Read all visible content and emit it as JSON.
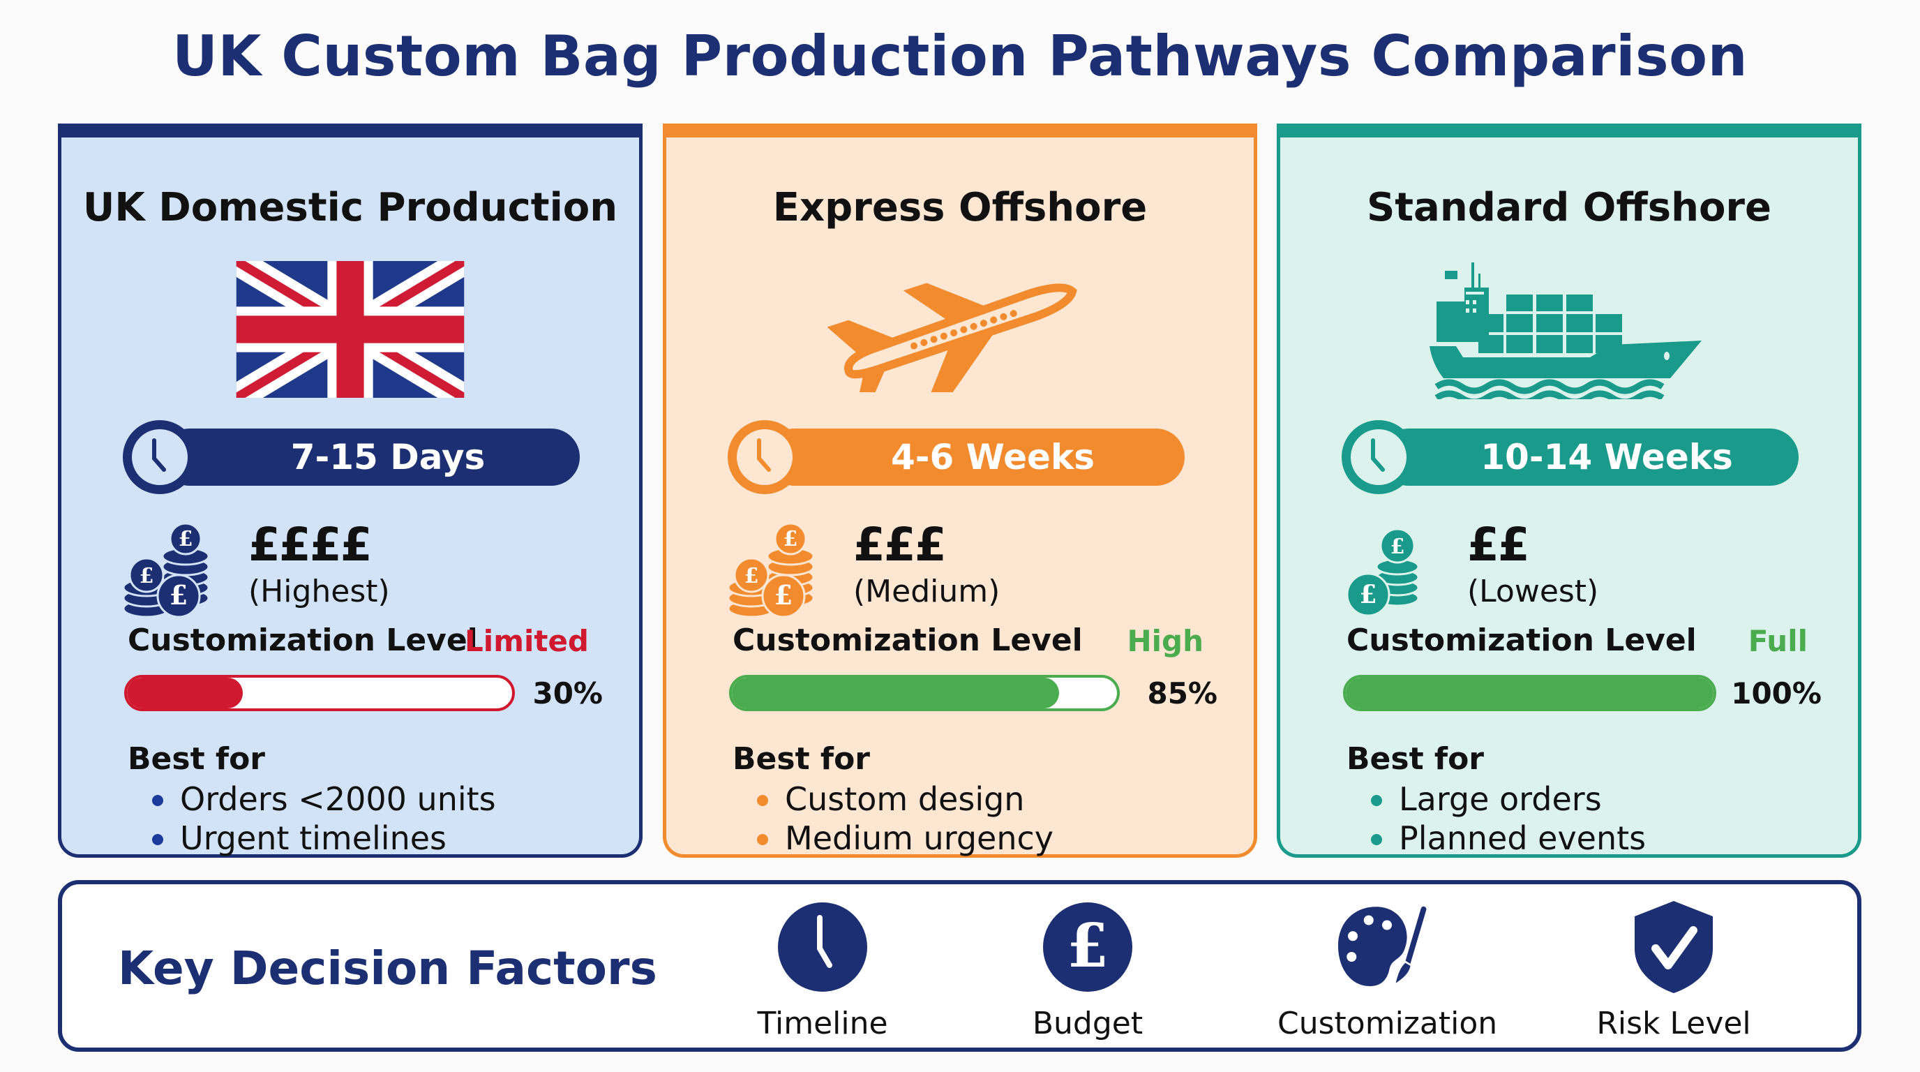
{
  "title": "UK Custom Bag Production Pathways Comparison",
  "colors": {
    "navy": "#1b2f72",
    "orange": "#f28a2e",
    "teal": "#1a9a8a",
    "red": "#d0192e",
    "green": "#4aac4e"
  },
  "cards": [
    {
      "title": "UK Domestic Production",
      "icon": "uk-flag-icon",
      "timeline": "7-15 Days",
      "cost_symbols": "££££",
      "cost_label": "(Highest)",
      "customization_label": "Customization Level",
      "customization_level": "Limited",
      "customization_percent": 30,
      "customization_percent_label": "30%",
      "best_for_title": "Best for",
      "best_for": [
        "Orders <2000 units",
        "Urgent timelines"
      ]
    },
    {
      "title": "Express Offshore",
      "icon": "airplane-icon",
      "timeline": "4-6 Weeks",
      "cost_symbols": "£££",
      "cost_label": "(Medium)",
      "customization_label": "Customization Level",
      "customization_level": "High",
      "customization_percent": 85,
      "customization_percent_label": "85%",
      "best_for_title": "Best for",
      "best_for": [
        "Custom design",
        "Medium urgency"
      ]
    },
    {
      "title": "Standard Offshore",
      "icon": "cargo-ship-icon",
      "timeline": "10-14 Weeks",
      "cost_symbols": "££",
      "cost_label": "(Lowest)",
      "customization_label": "Customization Level",
      "customization_level": "Full",
      "customization_percent": 100,
      "customization_percent_label": "100%",
      "best_for_title": "Best for",
      "best_for": [
        "Large orders",
        "Planned events"
      ]
    }
  ],
  "factors": {
    "title": "Key Decision Factors",
    "items": [
      {
        "label": "Timeline",
        "icon": "clock-icon"
      },
      {
        "label": "Budget",
        "icon": "pound-coin-icon"
      },
      {
        "label": "Customization",
        "icon": "palette-brush-icon"
      },
      {
        "label": "Risk Level",
        "icon": "shield-check-icon"
      }
    ]
  }
}
